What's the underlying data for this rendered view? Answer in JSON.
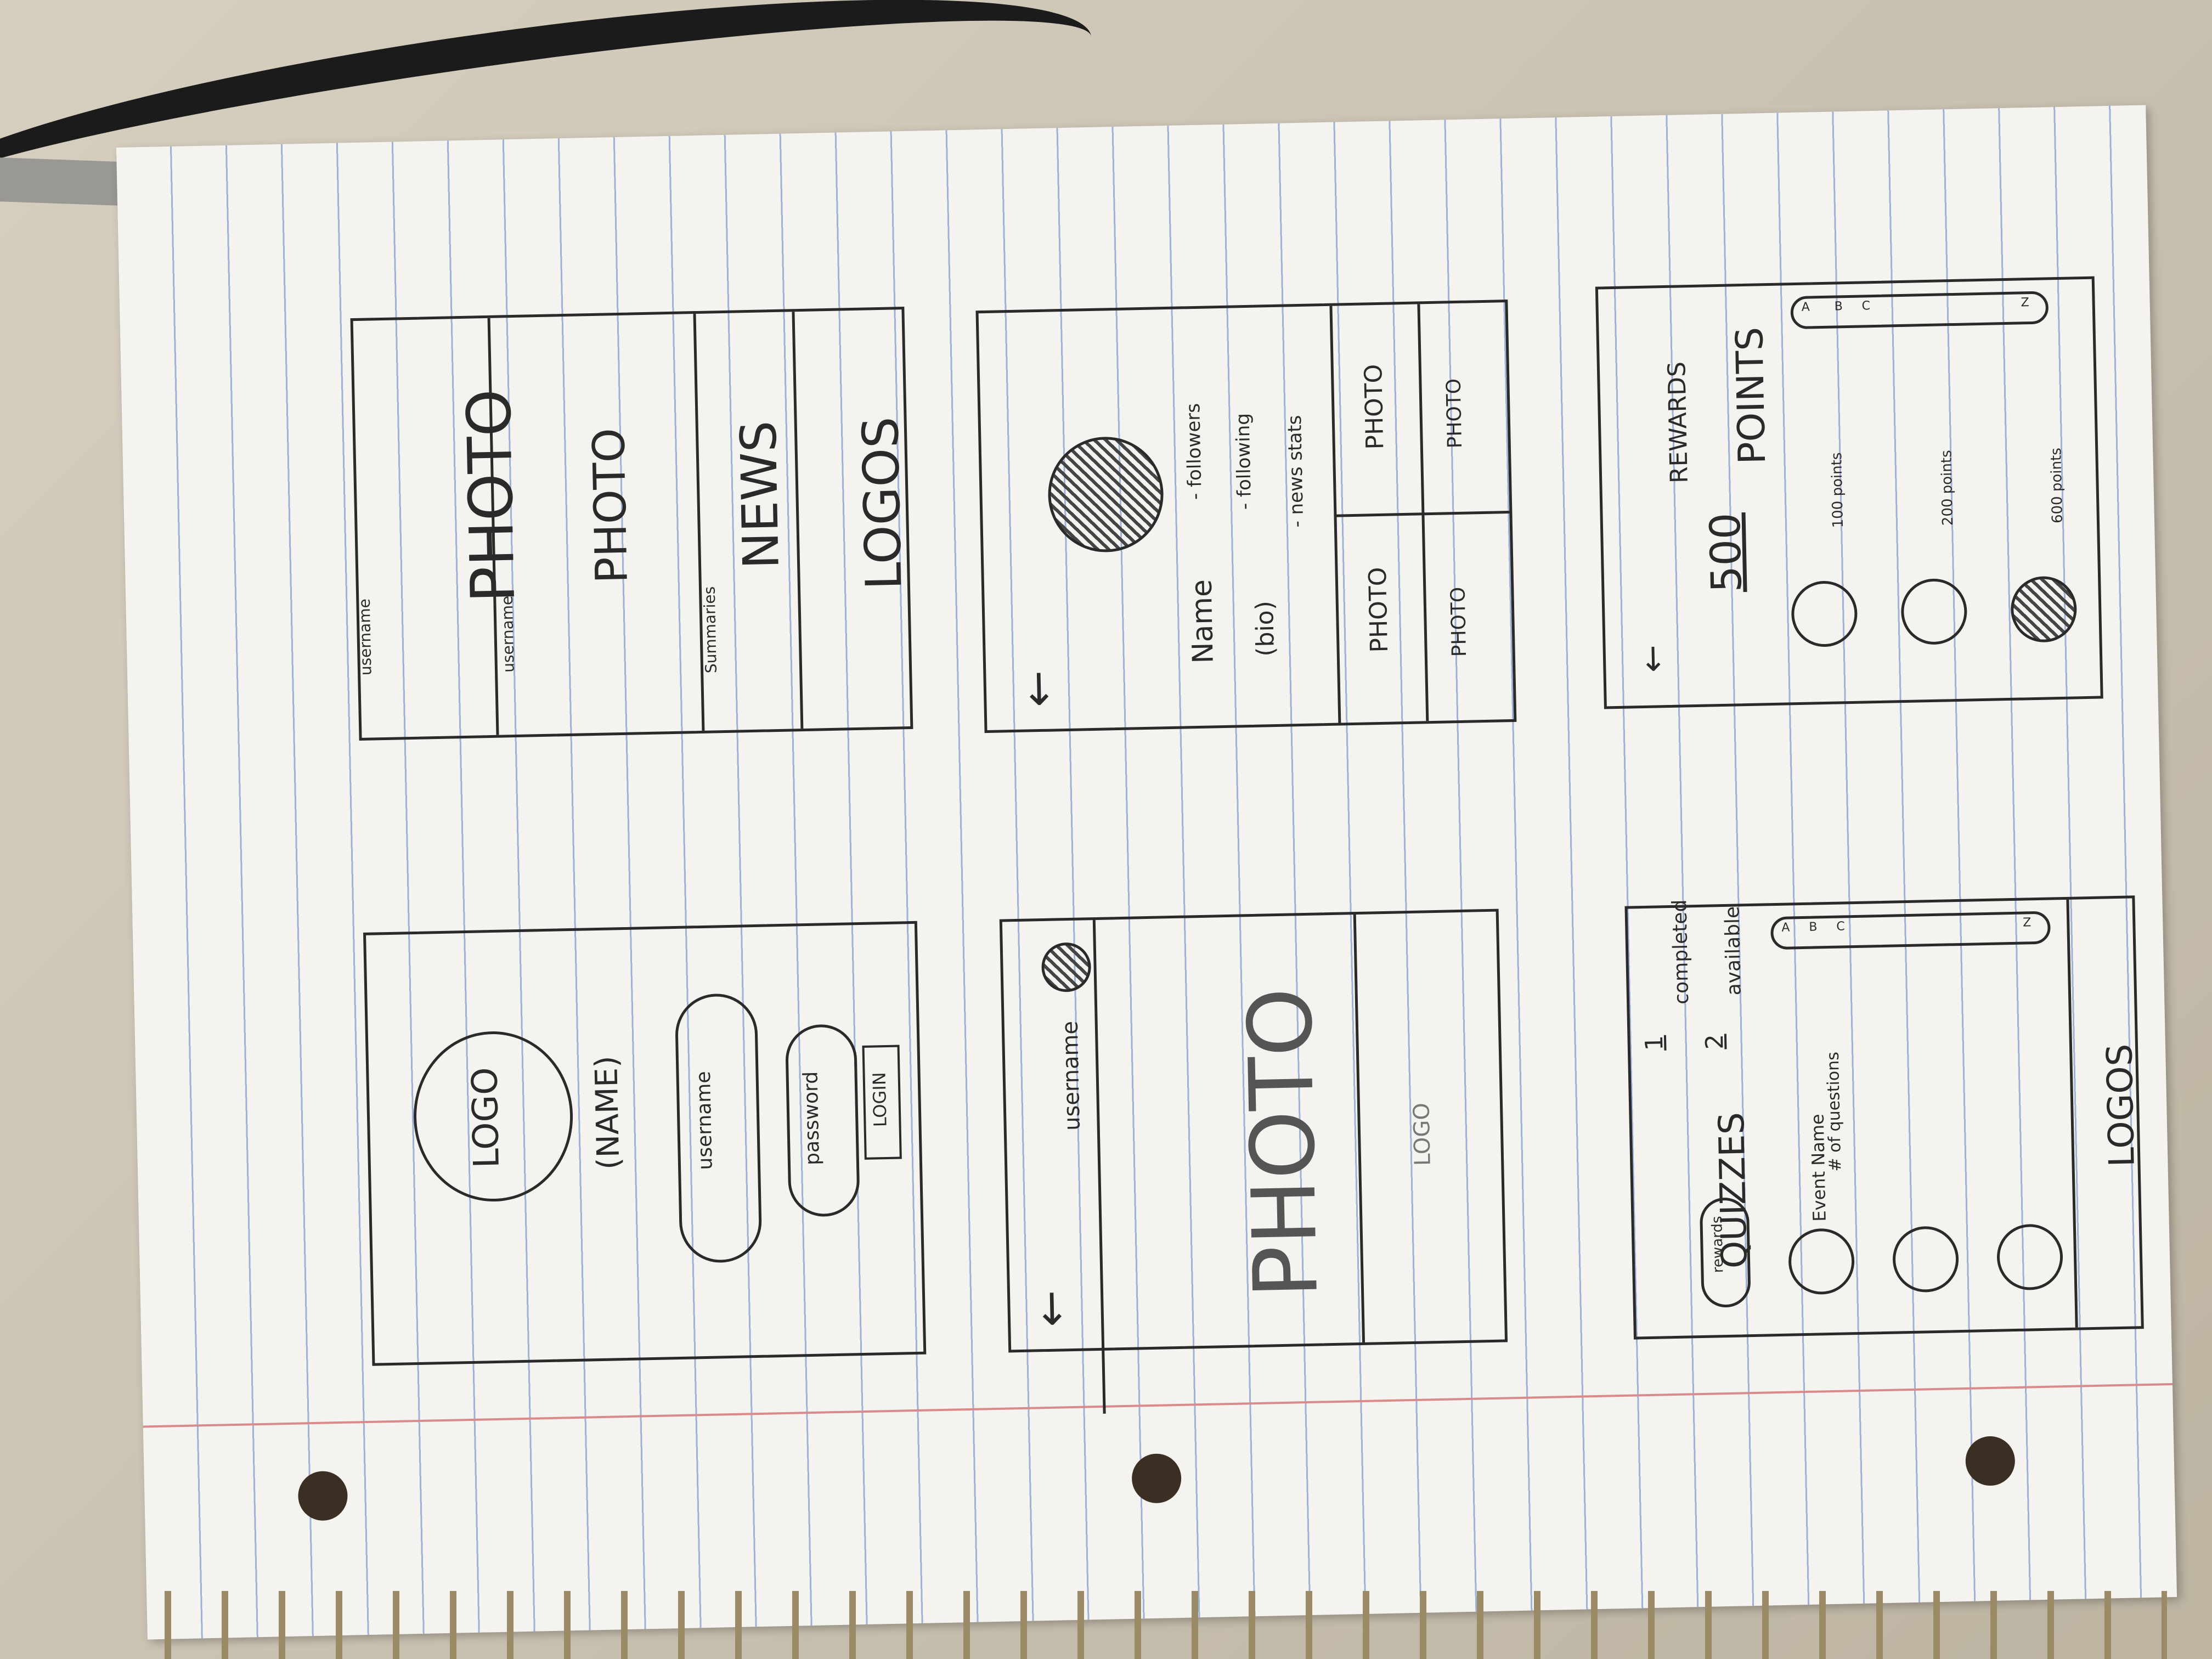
{
  "sketch_login": {
    "logo": "LOGO",
    "name": "(NAME)",
    "username": "username",
    "password": "password",
    "login": "LOGIN"
  },
  "sketch_feed": {
    "username_1": "username",
    "photo_1": "PHOTO",
    "username_2": "username",
    "photo_2": "PHOTO",
    "summaries": "Summaries",
    "news": "NEWS",
    "logos": "LOGOS"
  },
  "sketch_post": {
    "back": "←",
    "username": "username",
    "photo": "PHOTO",
    "logo": "LOGO"
  },
  "sketch_profile": {
    "back": "←",
    "name": "Name",
    "bio": "(bio)",
    "followers": "- followers",
    "following": "- following",
    "news_stats": "- news stats",
    "photo_1": "PHOTO",
    "photo_2": "PHOTO",
    "photo_3": "PHOTO",
    "photo_4": "PHOTO"
  },
  "sketch_quizzes": {
    "title": "QUIZZES",
    "rewards_button": "rewards",
    "completed_count": "1",
    "completed_label": "completed",
    "available_count": "2",
    "available_label": "available",
    "event_name": "Event Name",
    "num_questions": "# of questions",
    "index_a": "A",
    "index_b": "B",
    "index_c": "C",
    "index_z": "Z",
    "logos": "LOGOS"
  },
  "sketch_rewards": {
    "back": "←",
    "title": "REWARDS",
    "points_value": "500",
    "points_label": "POINTS",
    "reward_1": "100 points",
    "reward_2": "200 points",
    "reward_3": "600 points",
    "index_a": "A",
    "index_b": "B",
    "index_c": "C",
    "index_z": "Z"
  }
}
